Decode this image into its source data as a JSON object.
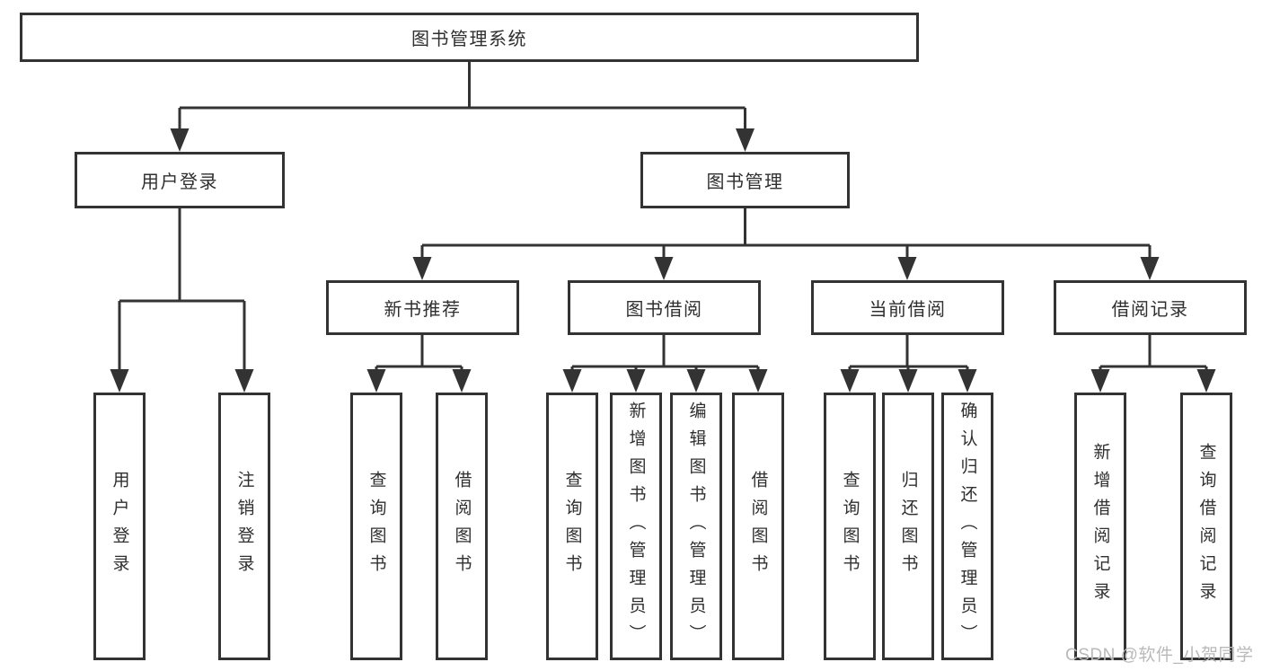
{
  "colors": {
    "line": "#333333",
    "box_border": "#333333",
    "box_fill": "#ffffff",
    "text": "#2f2f2f",
    "watermark_text_color": "#b9b9b9"
  },
  "tree": {
    "root": {
      "label": "图书管理系统"
    },
    "branches": [
      {
        "label": "用户登录",
        "children": [
          {
            "label": "用户登录"
          },
          {
            "label": "注销登录"
          }
        ]
      },
      {
        "label": "图书管理",
        "children": [
          {
            "label": "新书推荐",
            "children": [
              {
                "label": "查询图书"
              },
              {
                "label": "借阅图书"
              }
            ]
          },
          {
            "label": "图书借阅",
            "children": [
              {
                "label": "查询图书"
              },
              {
                "label": "新增图书（管理员）"
              },
              {
                "label": "编辑图书（管理员）"
              },
              {
                "label": "借阅图书"
              }
            ]
          },
          {
            "label": "当前借阅",
            "children": [
              {
                "label": "查询图书"
              },
              {
                "label": "归还图书"
              },
              {
                "label": "确认归还（管理员）"
              }
            ]
          },
          {
            "label": "借阅记录",
            "children": [
              {
                "label": "新增借阅记录"
              },
              {
                "label": "查询借阅记录"
              }
            ]
          }
        ]
      }
    ]
  },
  "watermark": {
    "text": "CSDN @软件_小贺同学"
  }
}
